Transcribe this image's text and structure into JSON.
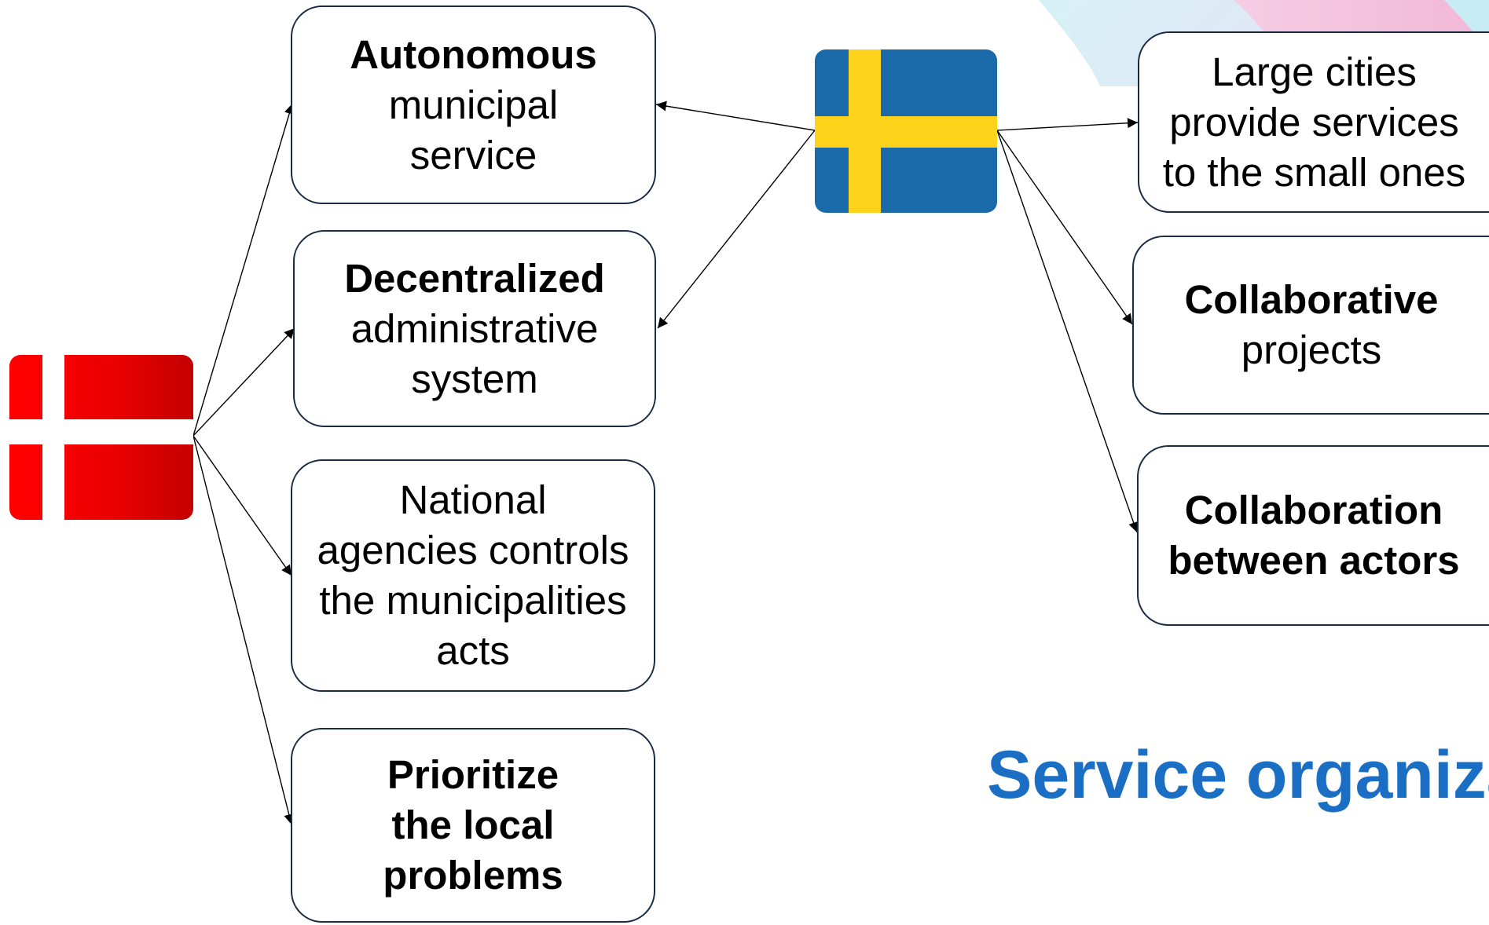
{
  "diagram": {
    "title": "Service organiza",
    "left_flag": {
      "icon": "denmark-flag-icon",
      "colors": {
        "red": "#e60000",
        "dark_red": "#c40000",
        "white": "#ffffff"
      }
    },
    "right_flag": {
      "icon": "sweden-flag-icon",
      "colors": {
        "blue": "#1a69a8",
        "yellow": "#fdd31c"
      }
    },
    "accent_color": "#1a6fc4",
    "left_boxes": [
      {
        "line1": "Autonomous",
        "line2": "municipal",
        "line3": "service"
      },
      {
        "line1": "Decentralized",
        "line2": "administrative",
        "line3": "system"
      },
      {
        "line1": "National",
        "line2": "agencies controls",
        "line3": "the municipalities",
        "line4": "acts"
      },
      {
        "line1": "Prioritize",
        "line2": "the local",
        "line3": "problems"
      }
    ],
    "right_boxes": [
      {
        "line1": "Large cities",
        "line2": "provide services",
        "line3": "to the small ones"
      },
      {
        "line1": "Collaborative",
        "line2": "projects"
      },
      {
        "line1": "Collaboration",
        "line2": "between actors"
      }
    ]
  }
}
